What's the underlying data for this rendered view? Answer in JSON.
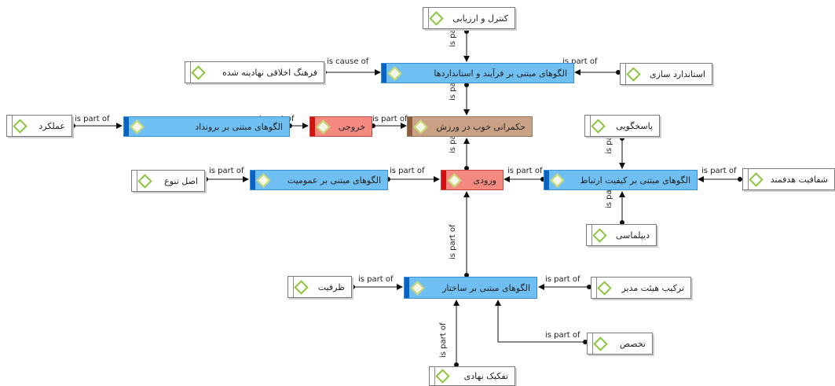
{
  "nodes": [
    {
      "id": "control",
      "label": "کنترل و ارزیابی",
      "style": "white"
    },
    {
      "id": "fara",
      "label": "الگوهای مبتنی بر فرآیند و استانداردها",
      "style": "blue"
    },
    {
      "id": "farhang",
      "label": "فرهنگ اخلاقی نهادینه شده",
      "style": "white"
    },
    {
      "id": "standard",
      "label": "استاندارد سازی",
      "style": "white"
    },
    {
      "id": "hokmrani",
      "label": "حکمرانی خوب در ورزش",
      "style": "brown"
    },
    {
      "id": "khoruji",
      "label": "خروجی",
      "style": "red"
    },
    {
      "id": "barvand",
      "label": "الگوهای مبتنی بر برونداد",
      "style": "blue"
    },
    {
      "id": "amalkard",
      "label": "عملکرد",
      "style": "white"
    },
    {
      "id": "paskhgooyi",
      "label": "پاسخگویی",
      "style": "white"
    },
    {
      "id": "vorudi",
      "label": "ورودی",
      "style": "red"
    },
    {
      "id": "omumiyat",
      "label": "الگوهای مبتنی بر عمومیت",
      "style": "blue"
    },
    {
      "id": "asl_tanavo",
      "label": "اصل تنوع",
      "style": "white"
    },
    {
      "id": "ertebat",
      "label": "الگوهای مبتنی بر کیفیت ارتباط",
      "style": "blue"
    },
    {
      "id": "shafafiyat",
      "label": "شفافیت هدفمند",
      "style": "white"
    },
    {
      "id": "diplomacy",
      "label": "دیپلماسی",
      "style": "white"
    },
    {
      "id": "zarfiyat",
      "label": "ظرفیت",
      "style": "white"
    },
    {
      "id": "sakhtar",
      "label": "الگوهای مبتنی بر ساختار",
      "style": "blue"
    },
    {
      "id": "tarkib",
      "label": "ترکیب هیئت مدیر",
      "style": "white"
    },
    {
      "id": "takhassos",
      "label": "تخصص",
      "style": "white"
    },
    {
      "id": "tafkik",
      "label": "تفکیک نهادی",
      "style": "white"
    }
  ],
  "edges": [
    {
      "from": "control",
      "to": "fara",
      "label": "is part of"
    },
    {
      "from": "farhang",
      "to": "fara",
      "label": "is cause of"
    },
    {
      "from": "standard",
      "to": "fara",
      "label": "is part of"
    },
    {
      "from": "fara",
      "to": "hokmrani",
      "label": "is part of"
    },
    {
      "from": "amalkard",
      "to": "barvand",
      "label": "is part of"
    },
    {
      "from": "barvand",
      "to": "khoruji",
      "label": "is part of"
    },
    {
      "from": "khoruji",
      "to": "hokmrani",
      "label": "is part of"
    },
    {
      "from": "vorudi",
      "to": "hokmrani",
      "label": "is part of"
    },
    {
      "from": "asl_tanavo",
      "to": "omumiyat",
      "label": "is part of"
    },
    {
      "from": "omumiyat",
      "to": "vorudi",
      "label": "is part of"
    },
    {
      "from": "ertebat",
      "to": "vorudi",
      "label": "is part of"
    },
    {
      "from": "paskhgooyi",
      "to": "ertebat",
      "label": "is part of"
    },
    {
      "from": "shafafiyat",
      "to": "ertebat",
      "label": "is part of"
    },
    {
      "from": "diplomacy",
      "to": "ertebat",
      "label": "is part of"
    },
    {
      "from": "sakhtar",
      "to": "vorudi",
      "label": "is part of"
    },
    {
      "from": "zarfiyat",
      "to": "sakhtar",
      "label": "is part of"
    },
    {
      "from": "tarkib",
      "to": "sakhtar",
      "label": "is part of"
    },
    {
      "from": "takhassos",
      "to": "sakhtar",
      "label": "is part of"
    },
    {
      "from": "tafkik",
      "to": "sakhtar",
      "label": "is part of"
    }
  ]
}
